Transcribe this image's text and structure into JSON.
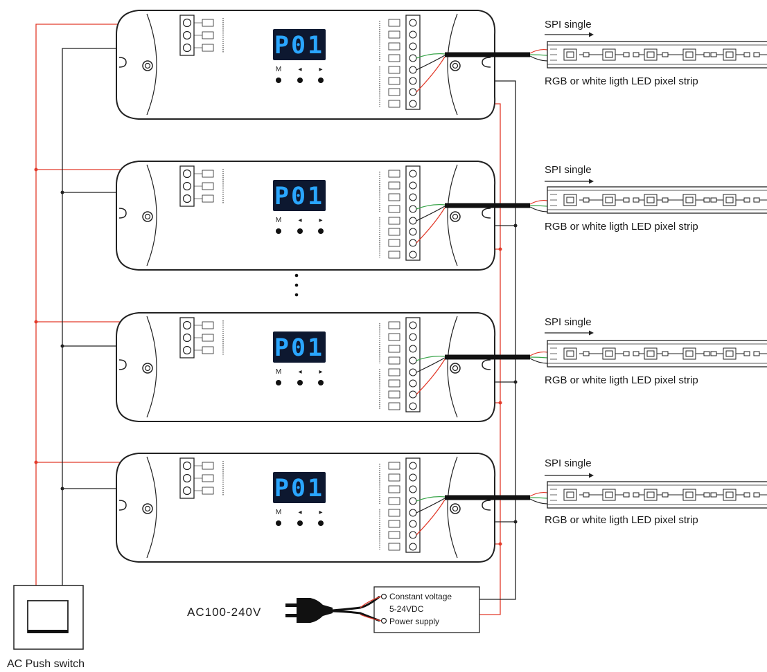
{
  "controllers": [
    {
      "display": "P01",
      "buttons": [
        "M",
        "◂",
        "▸"
      ]
    },
    {
      "display": "P01",
      "buttons": [
        "M",
        "◂",
        "▸"
      ]
    },
    {
      "display": "P01",
      "buttons": [
        "M",
        "◂",
        "▸"
      ]
    },
    {
      "display": "P01",
      "buttons": [
        "M",
        "◂",
        "▸"
      ]
    }
  ],
  "strips": [
    {
      "signal_label": "SPI single",
      "caption": "RGB or white ligth LED pixel strip"
    },
    {
      "signal_label": "SPI single",
      "caption": "RGB or white ligth LED pixel strip"
    },
    {
      "signal_label": "SPI single",
      "caption": "RGB or white ligth LED pixel strip"
    },
    {
      "signal_label": "SPI single",
      "caption": "RGB or white ligth LED pixel strip"
    }
  ],
  "power_supply": {
    "line1": "Constant voltage",
    "line2": "5-24VDC",
    "line3": "Power supply"
  },
  "ac_input": {
    "label": "AC100-240V"
  },
  "push_switch": {
    "label": "AC Push switch"
  },
  "colors": {
    "live_wire": "#e23a2a",
    "neutral_wire": "#222222",
    "display_bg": "#0d1830",
    "display_digits": "#2aa6ff",
    "data_wire": "#3aa54a"
  }
}
